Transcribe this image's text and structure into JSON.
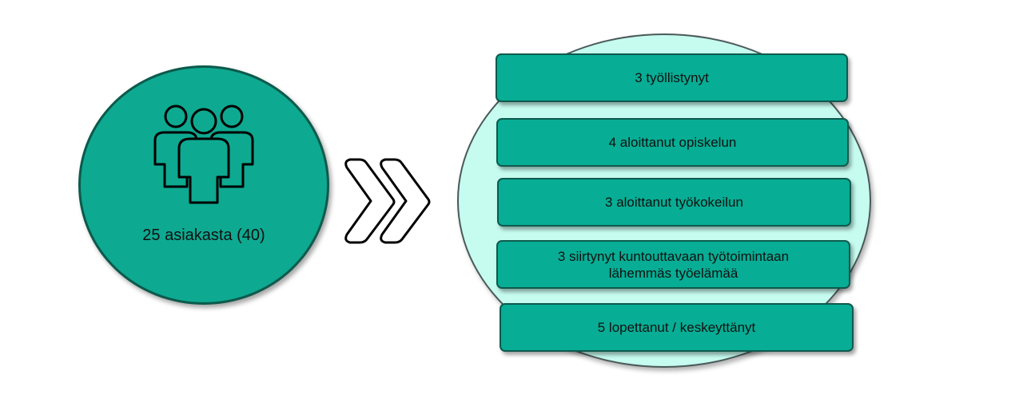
{
  "left_group": {
    "icon": "people-group-icon",
    "label": "25 asiakasta (40)"
  },
  "arrow_icon": "double-chevron-right-icon",
  "outcomes": [
    "3 työllistynyt",
    "4 aloittanut opiskelun",
    "3 aloittanut työkokeilun",
    "3 siirtynyt kuntouttavaan  työtoimintaan\nlähemmäs  työelämää",
    "5 lopettanut  / keskeyttänyt"
  ],
  "colors": {
    "circle_fill": "#0ea991",
    "bubble_fill": "#c6fbf0",
    "box_fill": "#07ad94"
  }
}
